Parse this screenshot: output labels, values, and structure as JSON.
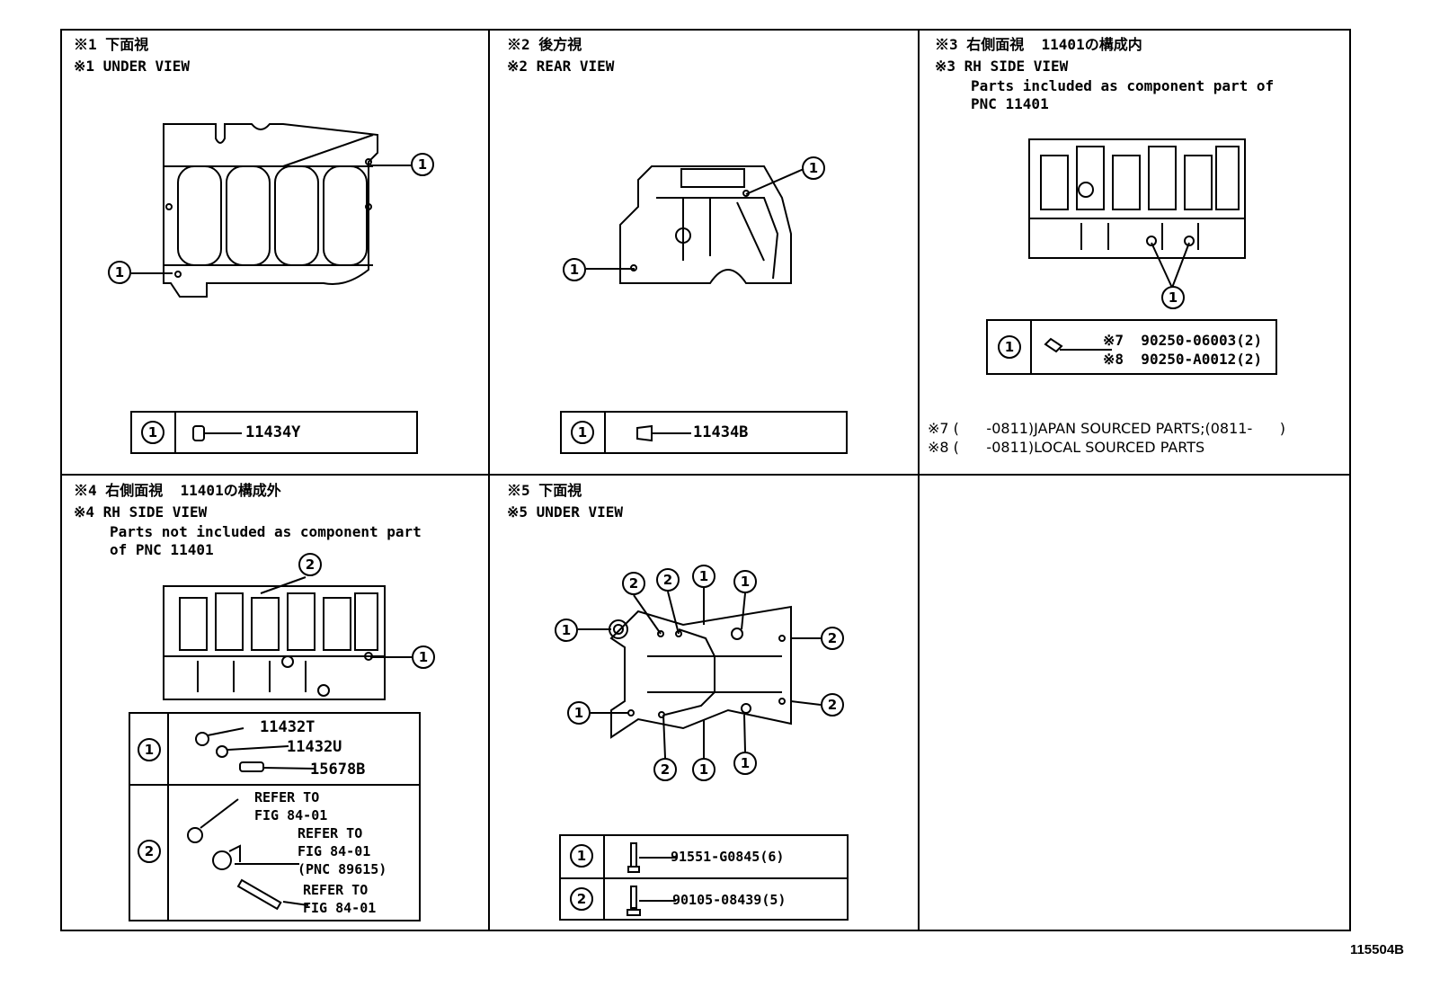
{
  "panels": {
    "p1": {
      "line1": "※1 下面視",
      "line2": "※1 UNDER VIEW",
      "part": "11434Y",
      "callout": "1"
    },
    "p2": {
      "line1": "※2 後方視",
      "line2": "※2 REAR VIEW",
      "part": "11434B",
      "callout": "1"
    },
    "p3": {
      "line1": "※3 右側面視  11401の構成内",
      "line2": "※3 RH SIDE VIEW",
      "line3": "Parts included as component part of",
      "line4": "PNC 11401",
      "callout": "1",
      "part_a": "※7  90250-06003(2)",
      "part_b": "※8  90250-A0012(2)",
      "note_a": "※7 (      -0811)JAPAN SOURCED PARTS;(0811-      )",
      "note_b": "※8 (      -0811)LOCAL SOURCED PARTS"
    },
    "p4": {
      "line1": "※4 右側面視  11401の構成外",
      "line2": "※4 RH SIDE VIEW",
      "line3": "Parts not included as component part",
      "line4": "of PNC 11401",
      "callout1": "1",
      "callout2": "2",
      "part_a": "11432T",
      "part_b": "11432U",
      "part_c": "15678B",
      "ref1a": "REFER TO",
      "ref1b": "FIG 84-01",
      "ref2a": "REFER TO",
      "ref2b": "FIG 84-01",
      "ref2c": "(PNC 89615)",
      "ref3a": "REFER TO",
      "ref3b": "FIG 84-01"
    },
    "p5": {
      "line1": "※5 下面視",
      "line2": "※5 UNDER VIEW",
      "callout1": "1",
      "callout2": "2",
      "part_a": "91551-G0845(6)",
      "part_b": "90105-08439(5)"
    }
  },
  "figure_id": "115504B"
}
